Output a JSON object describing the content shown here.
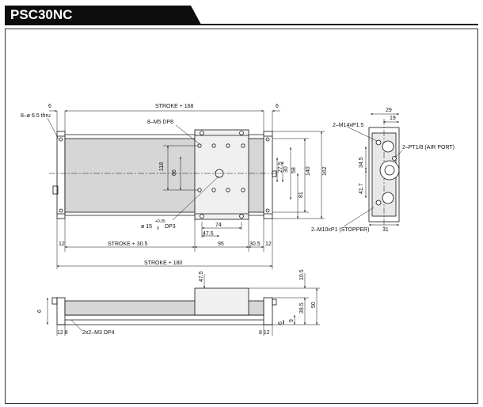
{
  "title": "PSC30NC",
  "top_view": {
    "dim_left_6": "6",
    "dim_right_6": "6",
    "dim_stroke_168": "STROKE + 168",
    "holes_note": "8–ø 6.5 thru",
    "tapped_note": "8–M5 DP8",
    "dim_118": "118",
    "dim_66": "66",
    "bore_note_main": "ø 15",
    "bore_note_tol_top": "+0.05",
    "bore_note_tol_bottom": "0",
    "bore_note_dp": "DP3",
    "dim_74": "74",
    "dim_47_5": "47.5",
    "dim_12_left": "12",
    "dim_stroke_30_5": "STROKE + 30.5",
    "dim_95": "95",
    "dim_30_5": "30.5",
    "dim_12_right": "12",
    "dim_stroke_180": "STROKE + 180",
    "dim_27_5": "27.5",
    "dim_30": "30",
    "dim_58": "58",
    "dim_81": "81",
    "dim_140": "140",
    "dim_162": "162"
  },
  "end_view": {
    "dim_29": "29",
    "dim_19": "19",
    "port_note_m14": "2–M14xP1.5",
    "port_note_pt": "2–PT1/8 (AIR PORT)",
    "dim_34_5": "34.5",
    "dim_41_7": "41.7",
    "stopper_note": "2–M10xP1 (STOPPER)",
    "dim_31": "31"
  },
  "side_view": {
    "dim_47_5": "47.5",
    "dim_10_5": "10.5",
    "dim_6": "6",
    "dim_39_5": "39.5",
    "dim_50": "50",
    "dim_9": "9",
    "dim_6b": "6",
    "dim_12_8_left": "12 8",
    "tapped_note": "2x2–M3 DP4",
    "dim_8_12_right": "8 12"
  }
}
